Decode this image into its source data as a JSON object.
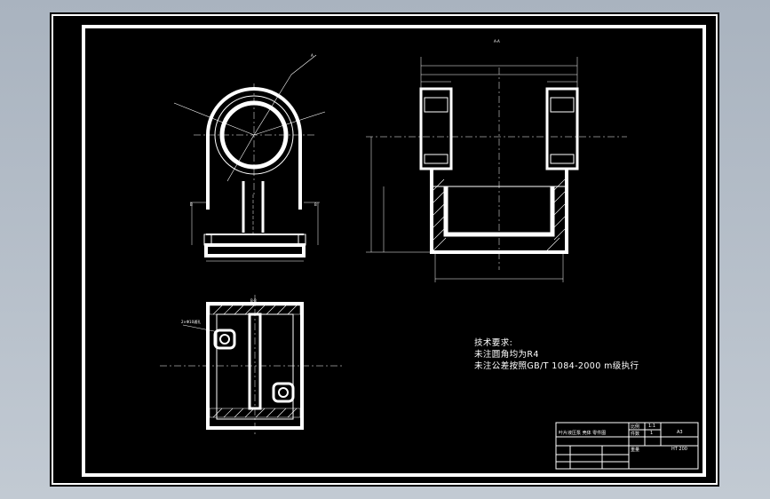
{
  "drawing": {
    "notes": {
      "heading": "技术要求:",
      "line1": "未注圆角均为R4",
      "line2": "未注公差按照GB/T 1084-2000 m级执行"
    },
    "title_block": {
      "part_name": "叶片液压泵 壳体 零件图",
      "scale": "1:1",
      "sheet": "A3",
      "material": "HT 200",
      "count": "1",
      "cell_a": "比例",
      "cell_b": "件数",
      "cell_c": "重量"
    },
    "section_labels": {
      "top_section": "A-A",
      "bottom_section": "B-B",
      "left_marker": "B",
      "right_marker": "B",
      "arrow_marker": "A"
    },
    "callouts": {
      "hole_note": "2×Φ10通孔"
    }
  }
}
